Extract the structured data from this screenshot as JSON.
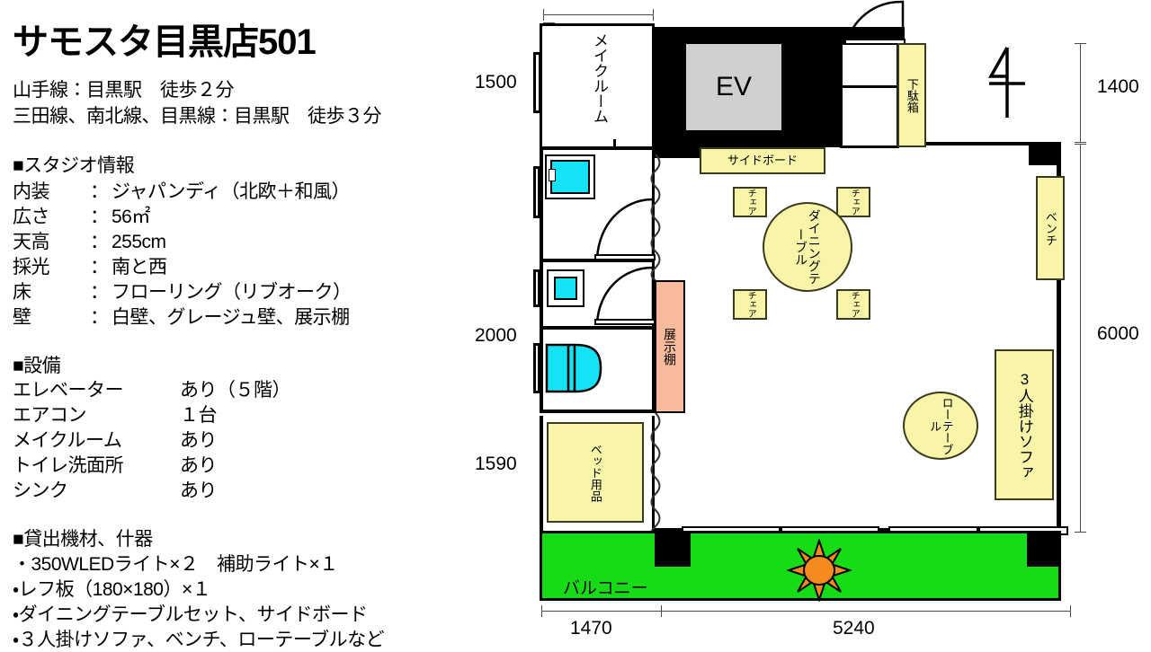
{
  "title": "サモスタ目黒店501",
  "access": {
    "line1": "山手線：目黒駅　徒歩２分",
    "line2": "三田線、南北線、目黒線：目黒駅　徒歩３分"
  },
  "studio_info": {
    "heading": "■スタジオ情報",
    "rows": [
      {
        "key": "内装",
        "sep": "：",
        "value": "ジャパンディ（北欧＋和風）"
      },
      {
        "key": "広さ",
        "sep": "：",
        "value": "56㎡"
      },
      {
        "key": "天高",
        "sep": "：",
        "value": "255cm"
      },
      {
        "key": "採光",
        "sep": "：",
        "value": "南と西"
      },
      {
        "key": "床",
        "sep": "：",
        "value": "フローリング（リブオーク）"
      },
      {
        "key": "壁",
        "sep": "：",
        "value": "白壁、グレージュ壁、展示棚"
      }
    ]
  },
  "facilities": {
    "heading": "■設備",
    "rows": [
      {
        "key": "エレベーター",
        "value": "あり（５階）"
      },
      {
        "key": "エアコン",
        "value": "１台"
      },
      {
        "key": "メイクルーム",
        "value": "あり"
      },
      {
        "key": "トイレ洗面所",
        "value": "あり"
      },
      {
        "key": "シンク",
        "value": "あり"
      }
    ]
  },
  "equipment": {
    "heading": "■貸出機材、什器",
    "items": [
      "・350WLEDライト×２　補助ライト×１",
      "・レフ板（180×180）×１",
      "・ダイニングテーブルセット、サイドボード",
      "・３人掛けソファ、ベンチ、ローテーブルなど"
    ]
  },
  "floorplan": {
    "rooms": {
      "make_room": "メイクルーム",
      "elevator": "EV",
      "balcony": "バルコニー"
    },
    "furniture": {
      "sideboard": "サイドボード",
      "shoe_cabinet": "下駄箱",
      "display_shelf": "展示棚",
      "bedding": "ベッド用品",
      "dining_table": "ダイニングテーブル",
      "chair": "チェア",
      "bench": "ベンチ",
      "sofa": "3人掛けソファ",
      "low_table": "ローテーブル"
    },
    "dimensions": {
      "left_top": "1500",
      "left_mid": "2000",
      "left_bottom": "1590",
      "right_top": "1400",
      "right_main": "6000",
      "bottom_left": "1470",
      "bottom_right": "5240"
    }
  },
  "colors": {
    "furniture_fill": "#f8f5a8",
    "shelf_fill": "#f7bb9b",
    "balcony_fill": "#17db17",
    "fixture_fill": "#14e3f5",
    "elevator_fill": "#d0d0d0",
    "sun": "#f58a1f",
    "wall": "#000000"
  }
}
